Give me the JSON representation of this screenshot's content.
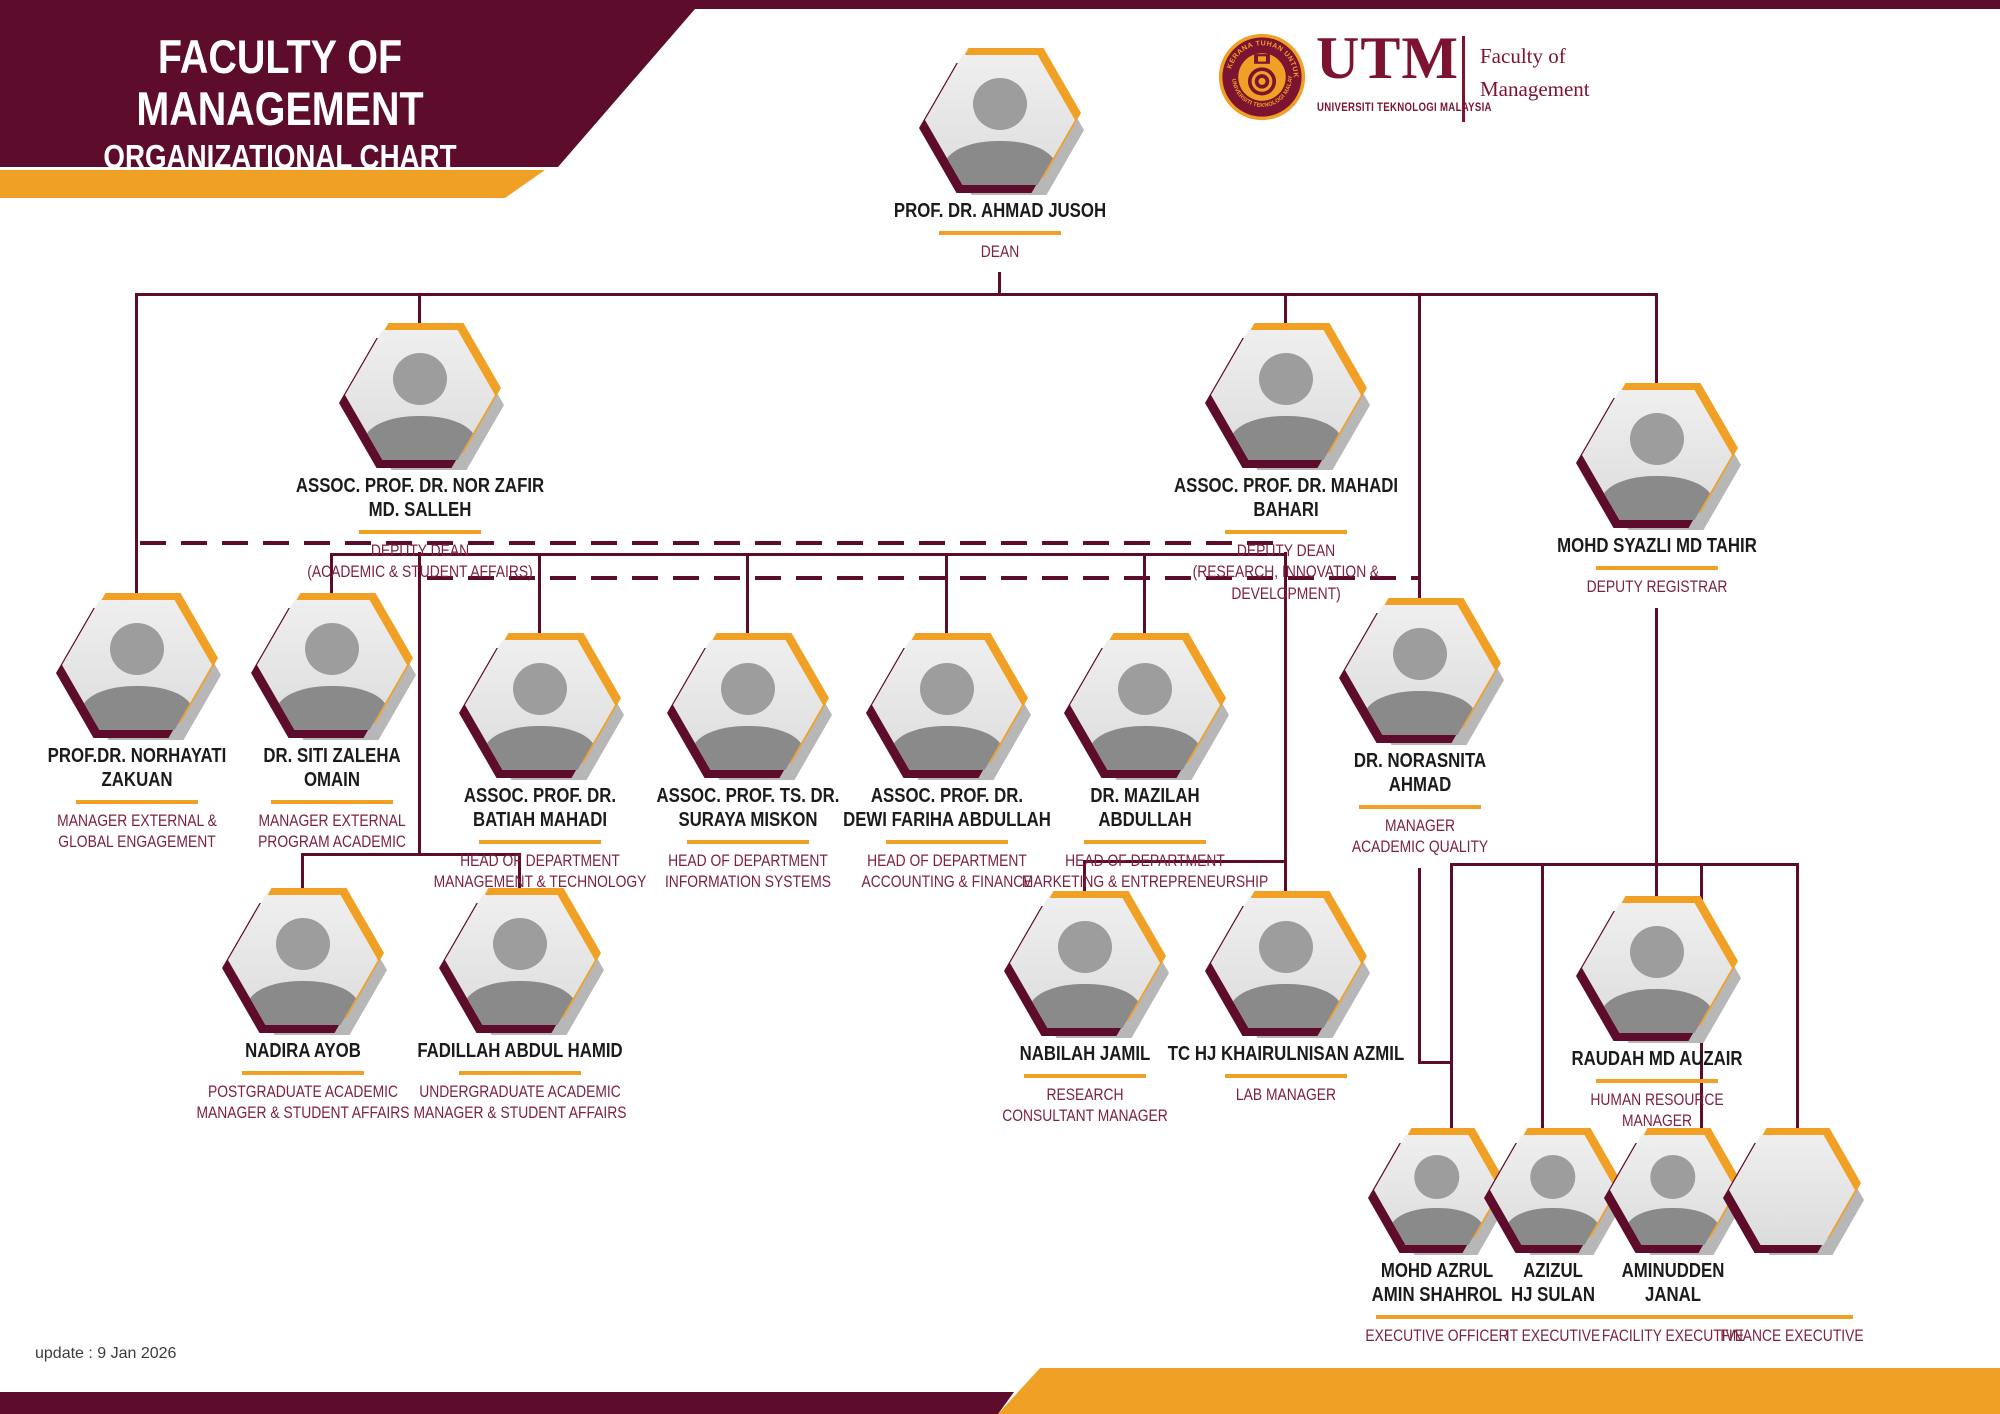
{
  "banner": {
    "title_line1": "FACULTY OF MANAGEMENT",
    "title_line2": "ORGANIZATIONAL CHART"
  },
  "logo": {
    "acronym": "UTM",
    "university": "UNIVERSITI TEKNOLOGI MALAYSIA",
    "unit": "Faculty of\nManagement",
    "seal_text_top": "KERANA TUHAN UNTUK MANUSIA",
    "seal_text_bottom": "UNIVERSITI TEKNOLOGI MALAYSIA"
  },
  "footer": {
    "update_label": "update : 9 Jan 2026"
  },
  "colors": {
    "maroon": "#5e0c2b",
    "orange": "#f0a125",
    "role_text": "#7e2140",
    "name_text": "#1b1b1b"
  },
  "people": [
    {
      "id": "dean",
      "name": "PROF. DR. AHMAD JUSOH",
      "role": "DEAN"
    },
    {
      "id": "deputy-dean-academic",
      "name": "ASSOC. PROF. DR. NOR ZAFIR MD. SALLEH",
      "role": "DEPUTY DEAN\n(ACADEMIC & STUDENT AFFAIRS)"
    },
    {
      "id": "deputy-dean-research",
      "name": "ASSOC. PROF. DR. MAHADI BAHARI",
      "role": "DEPUTY DEAN\n(RESEARCH, INNOVATION & DEVELOPMENT)"
    },
    {
      "id": "deputy-registrar",
      "name": "MOHD SYAZLI MD TAHIR",
      "role": "DEPUTY REGISTRAR"
    },
    {
      "id": "manager-global-engagement",
      "name": "PROF.DR. NORHAYATI\nZAKUAN",
      "role": "MANAGER EXTERNAL &\nGLOBAL ENGAGEMENT"
    },
    {
      "id": "manager-external-program",
      "name": "DR. SITI ZALEHA\nOMAIN",
      "role": "MANAGER EXTERNAL\nPROGRAM ACADEMIC"
    },
    {
      "id": "hod-management-technology",
      "name": "ASSOC. PROF. DR.\nBATIAH MAHADI",
      "role": "HEAD OF DEPARTMENT\nMANAGEMENT & TECHNOLOGY"
    },
    {
      "id": "hod-information-systems",
      "name": "ASSOC. PROF. TS. DR.\nSURAYA MISKON",
      "role": "HEAD OF DEPARTMENT\nINFORMATION SYSTEMS"
    },
    {
      "id": "hod-accounting-finance",
      "name": "ASSOC. PROF. DR.\nDEWI FARIHA ABDULLAH",
      "role": "HEAD OF DEPARTMENT\nACCOUNTING & FINANCE"
    },
    {
      "id": "hod-marketing-entrepreneurship",
      "name": "DR. MAZILAH\nABDULLAH",
      "role": "HEAD OF DEPARTMENT\nMARKETING & ENTREPRENEURSHIP"
    },
    {
      "id": "manager-academic-quality",
      "name": "DR. NORASNITA\nAHMAD",
      "role": "MANAGER\nACADEMIC QUALITY"
    },
    {
      "id": "postgraduate-manager",
      "name": "NADIRA AYOB",
      "role": "POSTGRADUATE ACADEMIC\nMANAGER & STUDENT AFFAIRS"
    },
    {
      "id": "undergraduate-manager",
      "name": "FADILLAH ABDUL HAMID",
      "role": "UNDERGRADUATE ACADEMIC\nMANAGER & STUDENT AFFAIRS"
    },
    {
      "id": "research-consultant-manager",
      "name": "NABILAH JAMIL",
      "role": "RESEARCH\nCONSULTANT MANAGER"
    },
    {
      "id": "lab-manager",
      "name": "TC HJ KHAIRULNISAN AZMIL",
      "role": "LAB MANAGER"
    },
    {
      "id": "human-resource-manager",
      "name": "RAUDAH MD AUZAIR",
      "role": "HUMAN RESOURCE\nMANAGER"
    },
    {
      "id": "executive-officer",
      "name": "MOHD AZRUL\nAMIN SHAHROL",
      "role": "EXECUTIVE OFFICER"
    },
    {
      "id": "it-executive",
      "name": "AZIZUL\nHJ SULAN",
      "role": "IT EXECUTIVE"
    },
    {
      "id": "facility-executive",
      "name": "AMINUDDEN\nJANAL",
      "role": "FACILITY EXECUTIVE"
    },
    {
      "id": "finance-executive",
      "name": "",
      "role": "FINANCE EXECUTIVE"
    }
  ]
}
